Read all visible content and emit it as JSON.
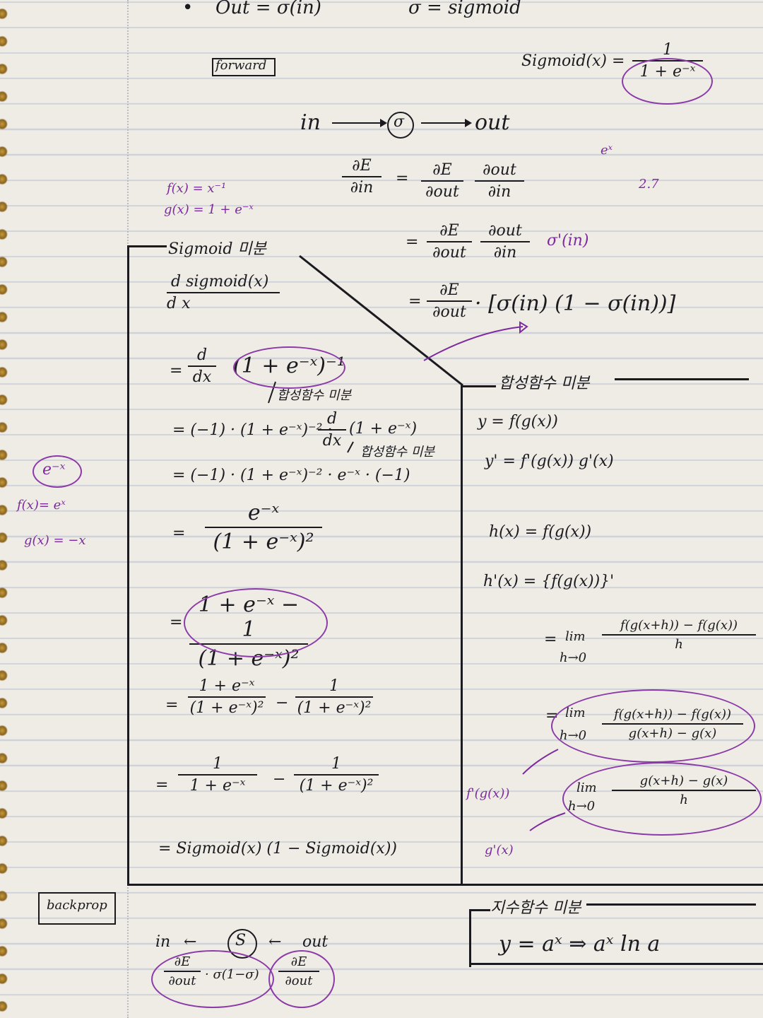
{
  "header": {
    "bullet": "•",
    "out_eq": "Out = σ(in)",
    "sigma_def": "σ = sigmoid"
  },
  "forward": {
    "label": "forward",
    "sigmoid_def_left": "Sigmoid(x) =",
    "sigmoid_def_num": "1",
    "sigmoid_def_den": "1 + e⁻ˣ",
    "chain_in": "in",
    "chain_node": "σ",
    "chain_out": "out",
    "deriv_lhs_num": "∂E",
    "deriv_lhs_den": "∂in",
    "deriv_eq1_a_num": "∂E",
    "deriv_eq1_a_den": "∂out",
    "deriv_eq1_b_num": "∂out",
    "deriv_eq1_b_den": "∂in",
    "deriv_eq2_a_num": "∂E",
    "deriv_eq2_a_den": "∂out",
    "deriv_eq2_b_num": "∂out",
    "deriv_eq2_b_den": "∂in",
    "deriv_eq2_sigma": "σ'(in)",
    "deriv_eq3_a_num": "∂E",
    "deriv_eq3_a_den": "∂out",
    "deriv_eq3_rest": "· [σ(in) (1 − σ(in))]",
    "purple_ex": "eˣ",
    "purple_note": "2.7"
  },
  "margin_notes": {
    "f_def": "f(x) = x⁻¹",
    "g_def": "g(x) = 1 + e⁻ˣ",
    "e_neg": "e⁻ˣ",
    "f_e": "f(x)= eˣ",
    "g_neg": "g(x) = −x"
  },
  "sigmoid_box": {
    "title": "Sigmoid 미분",
    "d_num": "d  sigmoid(x)",
    "d_den": "d    x",
    "step1_eq": "=",
    "step1_num": "d",
    "step1_den": "dx",
    "step1_rest": "(1 + e⁻ˣ)⁻¹",
    "note1": "합성함수 미분",
    "step2": "= (−1) · (1 + e⁻ˣ)⁻² ·",
    "step2_num": "d",
    "step2_den": "dx",
    "step2_rest": "(1 + e⁻ˣ)",
    "note2": "합성함수 미분",
    "step3": "= (−1) · (1 + e⁻ˣ)⁻² · e⁻ˣ · (−1)",
    "step4_num": "e⁻ˣ",
    "step4_den": "(1 + e⁻ˣ)²",
    "step5_num": "1 + e⁻ˣ − 1",
    "step5_den": "(1 + e⁻ˣ)²",
    "step6_a_num": "1 + e⁻ˣ",
    "step6_a_den": "(1 + e⁻ˣ)²",
    "step6_b_num": "1",
    "step6_b_den": "(1 + e⁻ˣ)²",
    "step7_a_num": "1",
    "step7_a_den": "1 + e⁻ˣ",
    "step7_b_num": "1",
    "step7_b_den": "(1 + e⁻ˣ)²",
    "final": "= Sigmoid(x) (1 − Sigmoid(x))",
    "eq_sign": "=",
    "minus_sign": "−"
  },
  "composite": {
    "title": "합성함수 미분",
    "y_def": "y = f(g(x))",
    "y_prime": "y' = f'(g(x)) g'(x)",
    "h_def": "h(x) = f(g(x))",
    "h_prime": "h'(x) = {f(g(x))}'",
    "lim1_lim": "lim",
    "lim1_sub": "h→0",
    "lim1_num": "f(g(x+h)) − f(g(x))",
    "lim1_den": "h",
    "lim2_lim": "lim",
    "lim2_sub": "h→0",
    "lim2_num": "f(g(x+h)) − f(g(x))",
    "lim2_den": "g(x+h) − g(x)",
    "lim3_lim": "lim",
    "lim3_sub": "h→0",
    "lim3_num": "g(x+h) − g(x)",
    "lim3_den": "h",
    "ann_fprime": "f'(g(x))",
    "ann_gprime": "g'(x)"
  },
  "backprop": {
    "label": "backprop",
    "in": "in",
    "arrow": "←",
    "node": "S",
    "out": "out",
    "a_num": "∂E",
    "a_den": "∂out",
    "mid": "· σ(1−σ)",
    "b_num": "∂E",
    "b_den": "∂out"
  },
  "exponential": {
    "title": "지수함수 미분",
    "formula": "y = aˣ  ⇒  aˣ ln a"
  }
}
